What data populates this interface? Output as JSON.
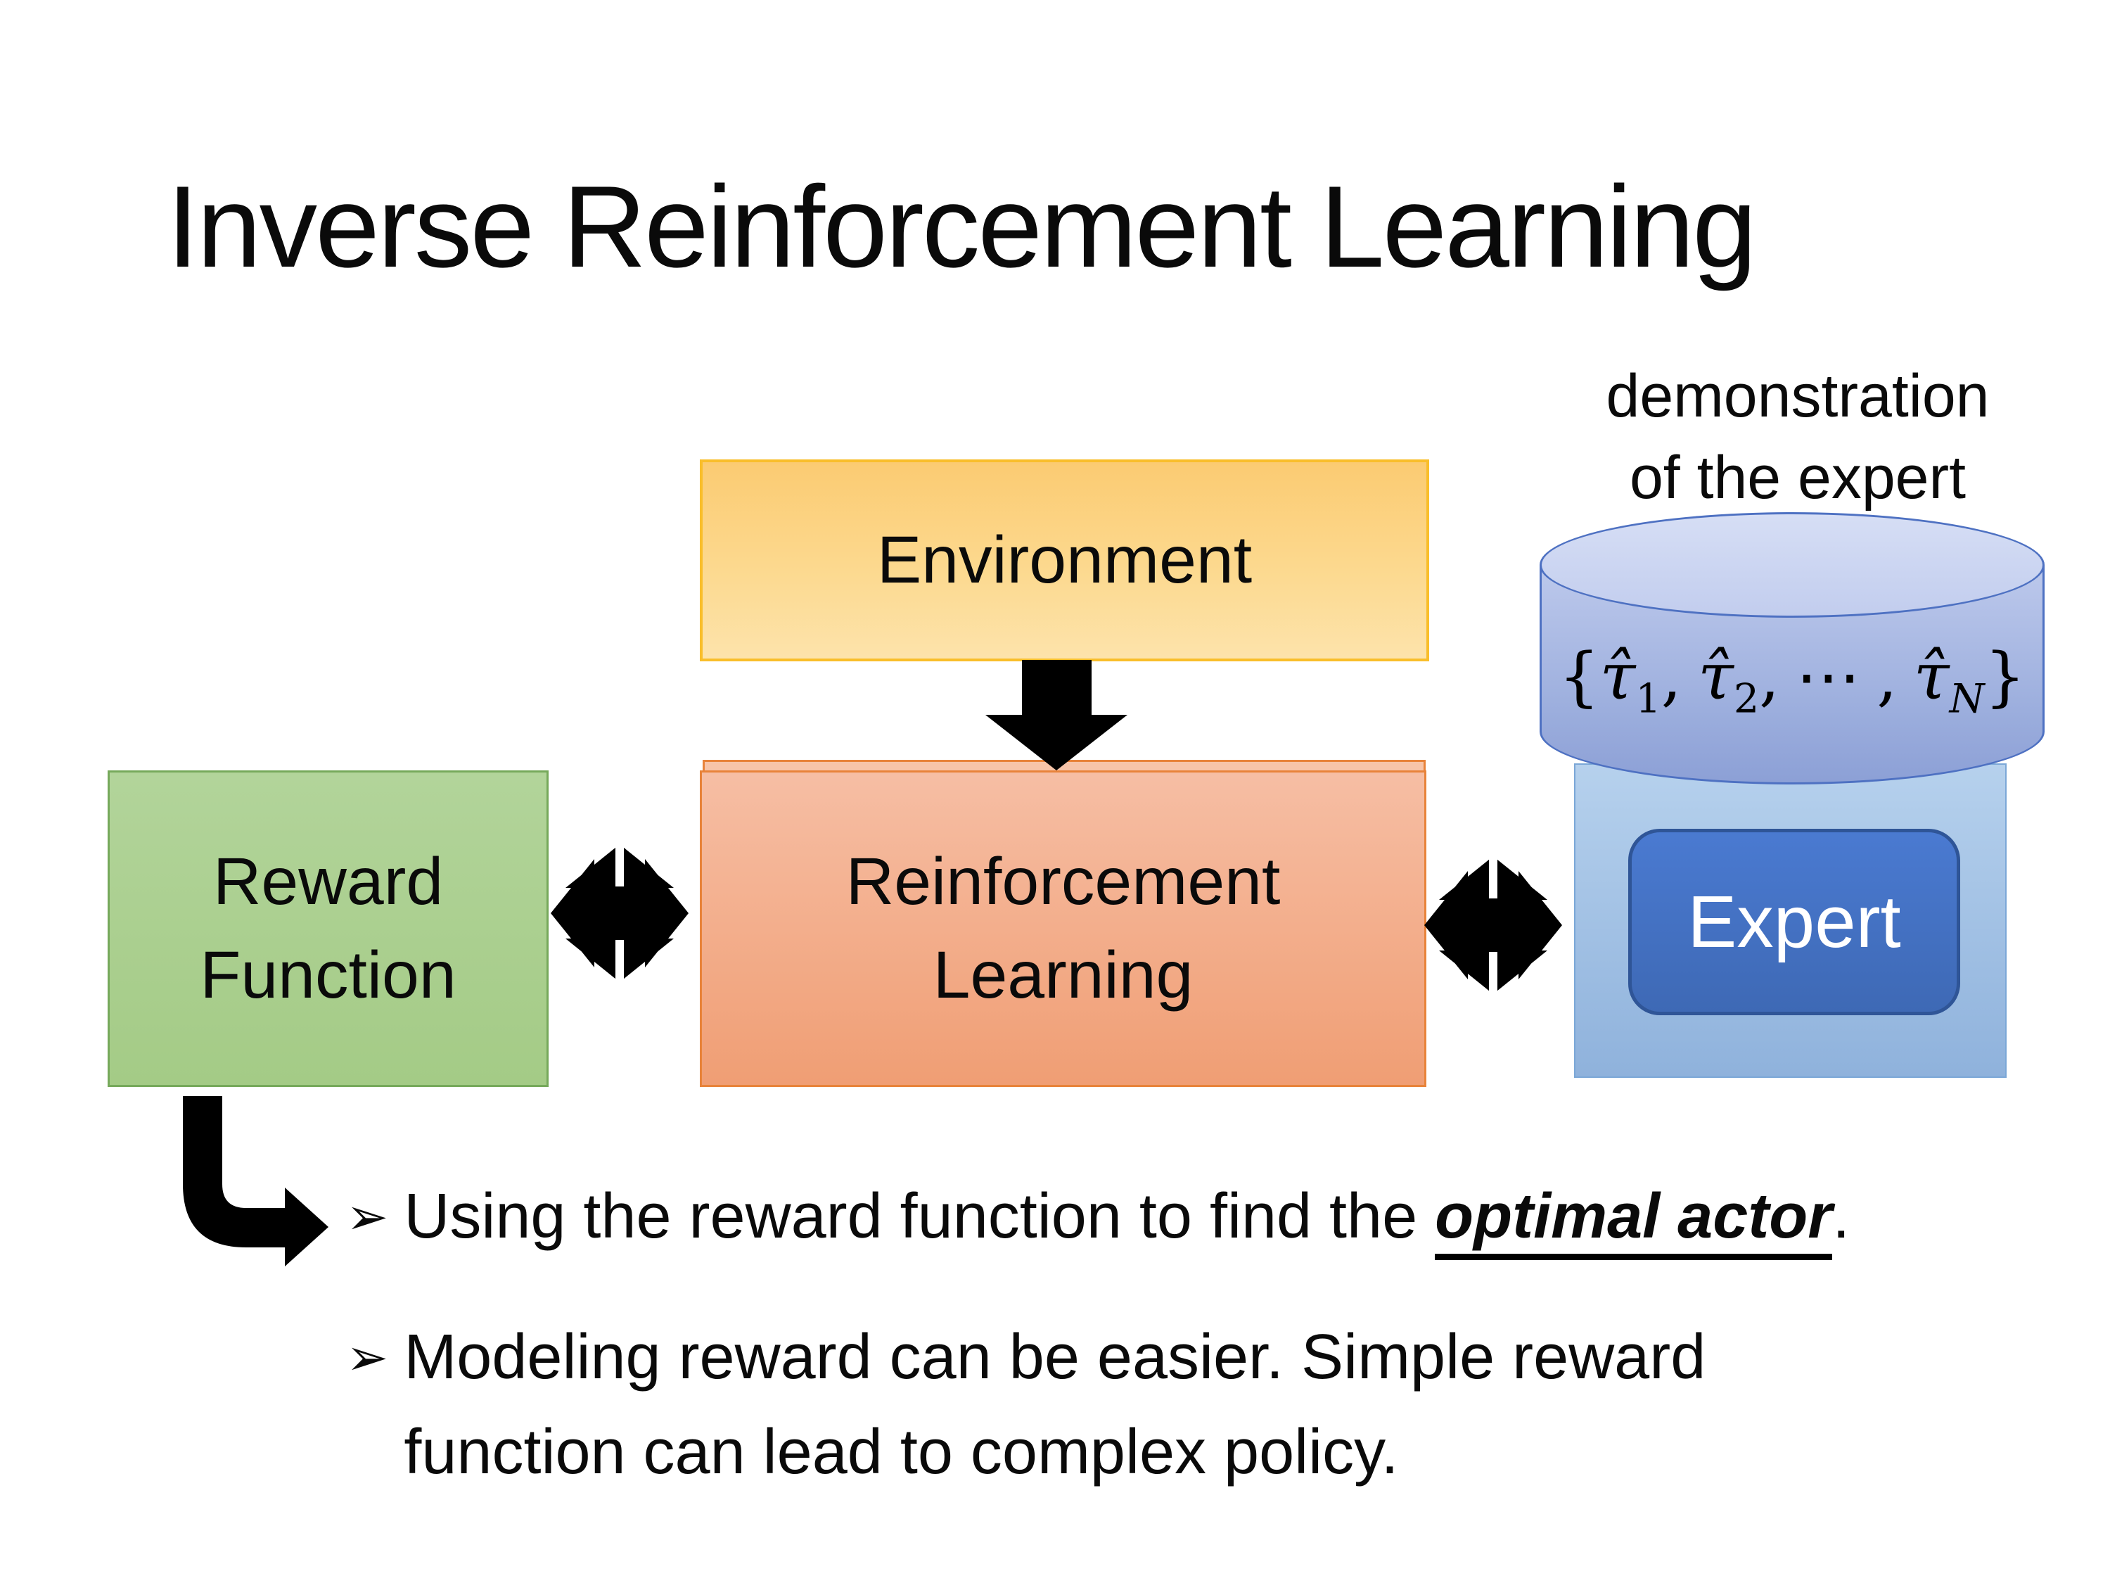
{
  "slide": {
    "title": "Inverse Reinforcement Learning",
    "demonstration_label": {
      "line1": "demonstration",
      "line2": "of the expert"
    },
    "environment_box": {
      "label": "Environment"
    },
    "reward_box": {
      "line1": "Reward",
      "line2": "Function"
    },
    "rl_box": {
      "line1": "Reinforcement",
      "line2": "Learning"
    },
    "expert_box": {
      "label": "Expert"
    },
    "formula": {
      "open": "{",
      "tau": "τ̂",
      "sub1": "1",
      "sub2": "2",
      "comma": ",",
      "dots": "⋯",
      "subN": "N",
      "close": "}"
    },
    "bullets": [
      {
        "marker": "➢",
        "text_before": "Using the reward function to find the ",
        "emphasis": "optimal actor",
        "text_after": "."
      },
      {
        "marker": "➢",
        "line1": "Modeling reward can be easier. Simple reward",
        "line2": "function can lead to complex policy."
      }
    ]
  },
  "colors": {
    "environment_fill_top": "#FBCB72",
    "environment_fill_bottom": "#FDE3AB",
    "environment_border": "#F9BE2B",
    "reward_fill_top": "#B2D49A",
    "reward_fill_bottom": "#A4CB86",
    "reward_border": "#76A95B",
    "rl_fill_top": "#F6BEA4",
    "rl_fill_bottom": "#F09E74",
    "rl_border": "#E8833A",
    "lightblue_fill_top": "#B6D1ED",
    "lightblue_fill_bottom": "#8FB2DC",
    "lightblue_border": "#7BA7D7",
    "cylinder_fill_top": "#D6DEF5",
    "cylinder_fill_bottom": "#8CA0D6",
    "cylinder_border": "#4E71C2",
    "expert_fill": "#4472C4",
    "expert_border": "#2F5597",
    "expert_text": "#FFFFFF",
    "arrow": "#000000",
    "text": "#000000"
  }
}
